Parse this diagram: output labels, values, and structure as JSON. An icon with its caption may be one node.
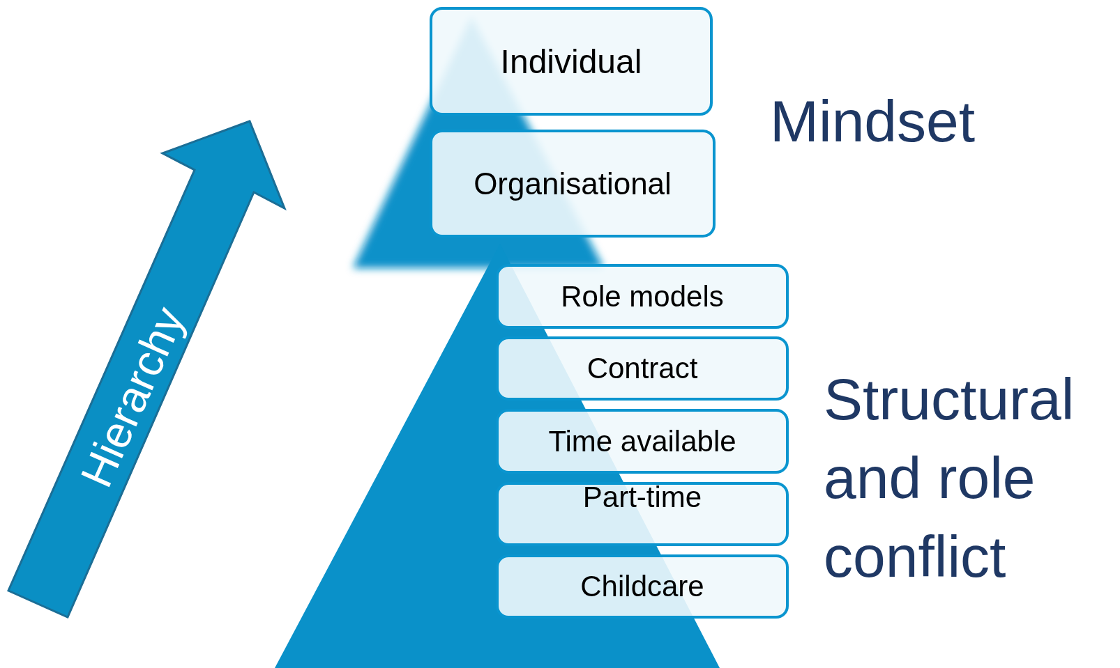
{
  "diagram": {
    "nodes": [
      {
        "text": [
          "Individual"
        ]
      },
      {
        "text": [
          "Organisational"
        ]
      },
      {
        "text": [
          "Role models"
        ]
      },
      {
        "text": [
          "Contract"
        ]
      },
      {
        "text": [
          "Time available"
        ]
      },
      {
        "text": [
          "Part-time"
        ]
      },
      {
        "text": [
          "Childcare"
        ]
      }
    ],
    "edges": [],
    "labels": [
      "Hierarchy",
      "Mindset",
      "Structural and role conflict"
    ]
  }
}
